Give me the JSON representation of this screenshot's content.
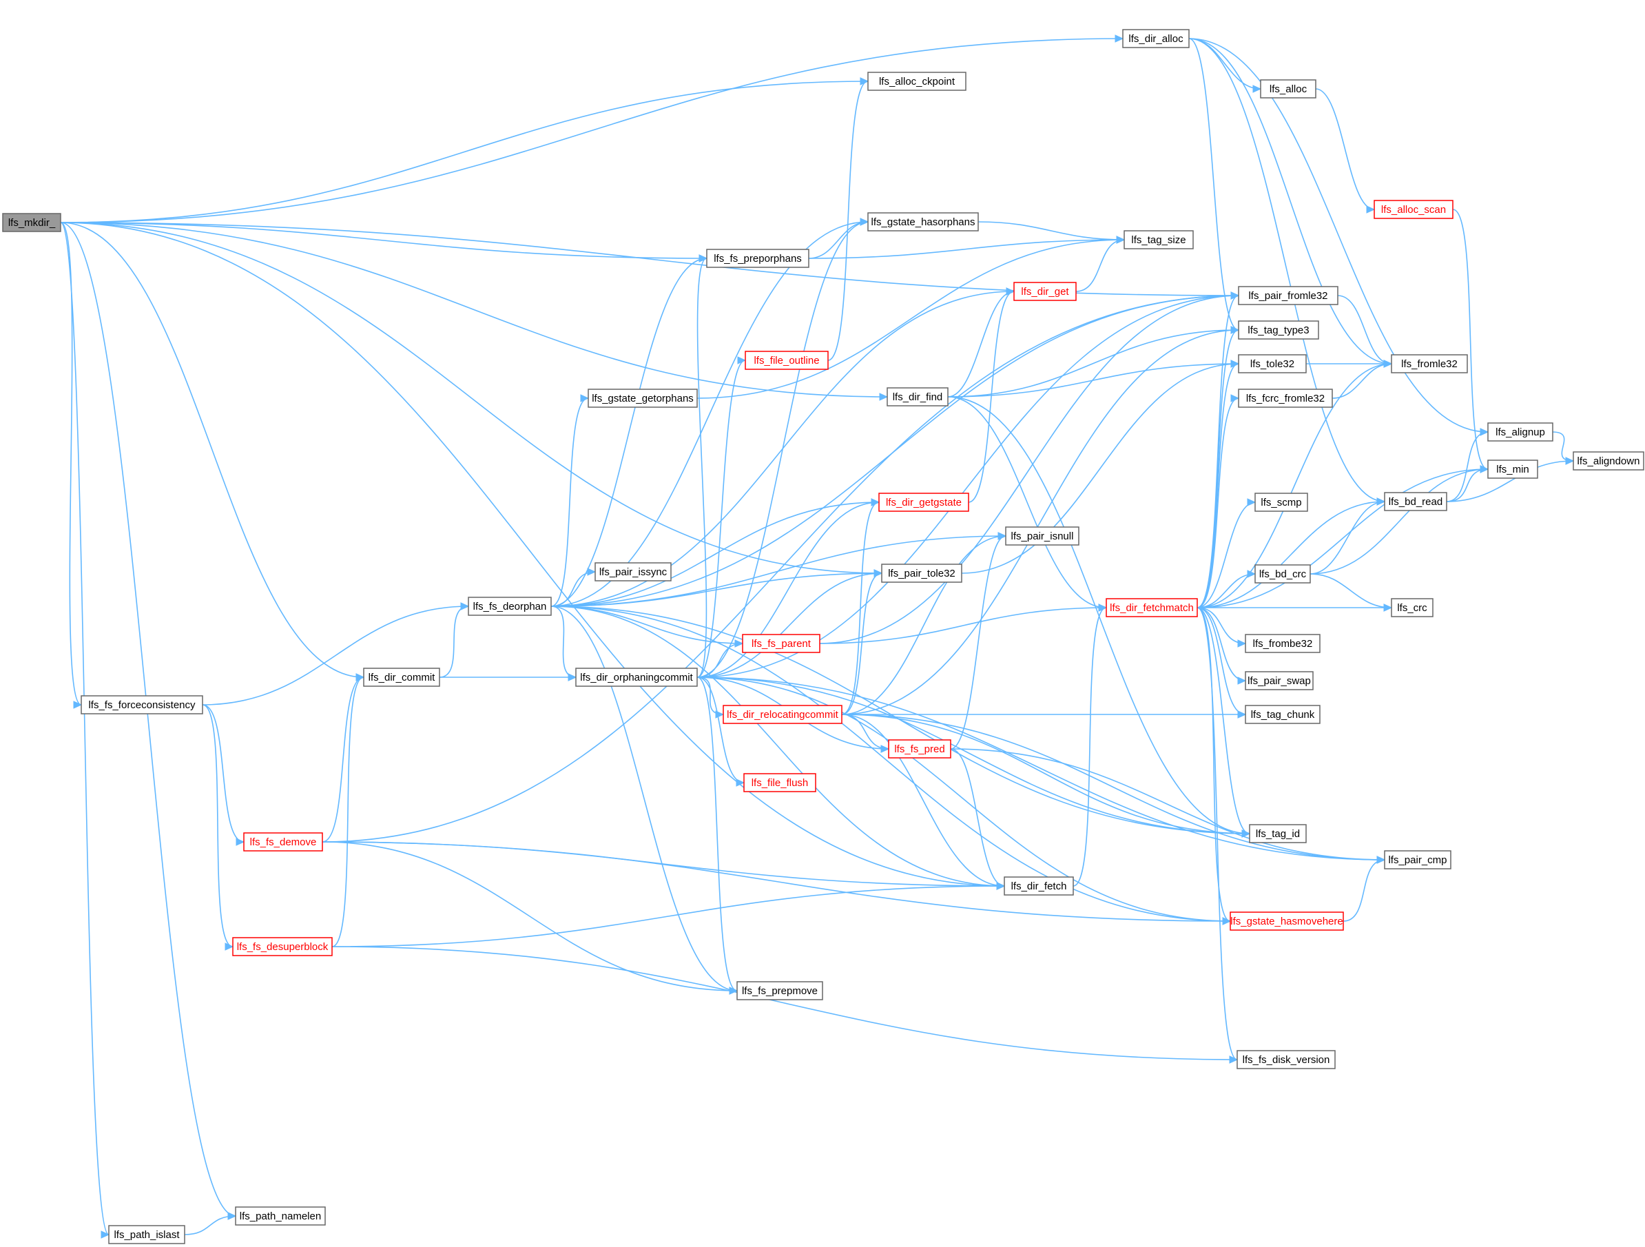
{
  "diagram": {
    "colors": {
      "edge": "#63b8ff",
      "border": "#666666",
      "highlight": "#ff0000",
      "root_fill": "#999999"
    },
    "nodes": [
      {
        "id": "lfs_mkdir_",
        "label": "lfs_mkdir_",
        "style": "root"
      },
      {
        "id": "lfs_dir_alloc",
        "label": "lfs_dir_alloc",
        "style": "normal"
      },
      {
        "id": "lfs_alloc_ckpoint",
        "label": "lfs_alloc_ckpoint",
        "style": "normal"
      },
      {
        "id": "lfs_alloc",
        "label": "lfs_alloc",
        "style": "normal"
      },
      {
        "id": "lfs_alloc_scan",
        "label": "lfs_alloc_scan",
        "style": "red"
      },
      {
        "id": "lfs_gstate_hasorphans",
        "label": "lfs_gstate_hasorphans",
        "style": "normal"
      },
      {
        "id": "lfs_fs_preporphans",
        "label": "lfs_fs_preporphans",
        "style": "normal"
      },
      {
        "id": "lfs_tag_size",
        "label": "lfs_tag_size",
        "style": "normal"
      },
      {
        "id": "lfs_dir_get",
        "label": "lfs_dir_get",
        "style": "red"
      },
      {
        "id": "lfs_pair_fromle32",
        "label": "lfs_pair_fromle32",
        "style": "normal"
      },
      {
        "id": "lfs_tag_type3",
        "label": "lfs_tag_type3",
        "style": "normal"
      },
      {
        "id": "lfs_file_outline",
        "label": "lfs_file_outline",
        "style": "red"
      },
      {
        "id": "lfs_tole32",
        "label": "lfs_tole32",
        "style": "normal"
      },
      {
        "id": "lfs_fromle32",
        "label": "lfs_fromle32",
        "style": "normal"
      },
      {
        "id": "lfs_gstate_getorphans",
        "label": "lfs_gstate_getorphans",
        "style": "normal"
      },
      {
        "id": "lfs_dir_find",
        "label": "lfs_dir_find",
        "style": "normal"
      },
      {
        "id": "lfs_fcrc_fromle32",
        "label": "lfs_fcrc_fromle32",
        "style": "normal"
      },
      {
        "id": "lfs_alignup",
        "label": "lfs_alignup",
        "style": "normal"
      },
      {
        "id": "lfs_aligndown",
        "label": "lfs_aligndown",
        "style": "normal"
      },
      {
        "id": "lfs_min",
        "label": "lfs_min",
        "style": "normal"
      },
      {
        "id": "lfs_bd_read",
        "label": "lfs_bd_read",
        "style": "normal"
      },
      {
        "id": "lfs_dir_getgstate",
        "label": "lfs_dir_getgstate",
        "style": "red"
      },
      {
        "id": "lfs_scmp",
        "label": "lfs_scmp",
        "style": "normal"
      },
      {
        "id": "lfs_pair_isnull",
        "label": "lfs_pair_isnull",
        "style": "normal"
      },
      {
        "id": "lfs_pair_issync",
        "label": "lfs_pair_issync",
        "style": "normal"
      },
      {
        "id": "lfs_pair_tole32",
        "label": "lfs_pair_tole32",
        "style": "normal"
      },
      {
        "id": "lfs_bd_crc",
        "label": "lfs_bd_crc",
        "style": "normal"
      },
      {
        "id": "lfs_fs_deorphan",
        "label": "lfs_fs_deorphan",
        "style": "normal"
      },
      {
        "id": "lfs_dir_fetchmatch",
        "label": "lfs_dir_fetchmatch",
        "style": "red"
      },
      {
        "id": "lfs_crc",
        "label": "lfs_crc",
        "style": "normal"
      },
      {
        "id": "lfs_fs_parent",
        "label": "lfs_fs_parent",
        "style": "red"
      },
      {
        "id": "lfs_fromble32",
        "label": "lfs_frombe32",
        "style": "normal"
      },
      {
        "id": "lfs_dir_commit",
        "label": "lfs_dir_commit",
        "style": "normal"
      },
      {
        "id": "lfs_dir_orphaningcommit",
        "label": "lfs_dir_orphaningcommit",
        "style": "normal"
      },
      {
        "id": "lfs_pair_swap",
        "label": "lfs_pair_swap",
        "style": "normal"
      },
      {
        "id": "lfs_fs_forceconsistency",
        "label": "lfs_fs_forceconsistency",
        "style": "normal"
      },
      {
        "id": "lfs_dir_relocatingcommit",
        "label": "lfs_dir_relocatingcommit",
        "style": "red"
      },
      {
        "id": "lfs_tag_chunk",
        "label": "lfs_tag_chunk",
        "style": "normal"
      },
      {
        "id": "lfs_fs_pred",
        "label": "lfs_fs_pred",
        "style": "red"
      },
      {
        "id": "lfs_file_flush",
        "label": "lfs_file_flush",
        "style": "red"
      },
      {
        "id": "lfs_fs_demove",
        "label": "lfs_fs_demove",
        "style": "red"
      },
      {
        "id": "lfs_tag_id",
        "label": "lfs_tag_id",
        "style": "normal"
      },
      {
        "id": "lfs_pair_cmp",
        "label": "lfs_pair_cmp",
        "style": "normal"
      },
      {
        "id": "lfs_dir_fetch",
        "label": "lfs_dir_fetch",
        "style": "normal"
      },
      {
        "id": "lfs_gstate_hasmovehere",
        "label": "lfs_gstate_hasmovehere",
        "style": "red"
      },
      {
        "id": "lfs_fs_desuperblock",
        "label": "lfs_fs_desuperblock",
        "style": "red"
      },
      {
        "id": "lfs_fs_prepmove",
        "label": "lfs_fs_prepmove",
        "style": "normal"
      },
      {
        "id": "lfs_fs_disk_version",
        "label": "lfs_fs_disk_version",
        "style": "normal"
      },
      {
        "id": "lfs_path_namelen",
        "label": "lfs_path_namelen",
        "style": "normal"
      },
      {
        "id": "lfs_path_islast",
        "label": "lfs_path_islast",
        "style": "normal"
      }
    ],
    "edges": [
      [
        "lfs_mkdir_",
        "lfs_dir_alloc"
      ],
      [
        "lfs_mkdir_",
        "lfs_alloc_ckpoint"
      ],
      [
        "lfs_mkdir_",
        "lfs_fs_preporphans"
      ],
      [
        "lfs_mkdir_",
        "lfs_pair_fromle32"
      ],
      [
        "lfs_mkdir_",
        "lfs_dir_find"
      ],
      [
        "lfs_mkdir_",
        "lfs_pair_tole32"
      ],
      [
        "lfs_mkdir_",
        "lfs_dir_commit"
      ],
      [
        "lfs_mkdir_",
        "lfs_fs_forceconsistency"
      ],
      [
        "lfs_mkdir_",
        "lfs_dir_fetch"
      ],
      [
        "lfs_mkdir_",
        "lfs_path_namelen"
      ],
      [
        "lfs_mkdir_",
        "lfs_path_islast"
      ],
      [
        "lfs_dir_alloc",
        "lfs_alloc"
      ],
      [
        "lfs_dir_alloc",
        "lfs_alignup"
      ],
      [
        "lfs_dir_alloc",
        "lfs_fromle32"
      ],
      [
        "lfs_dir_alloc",
        "lfs_bd_read"
      ],
      [
        "lfs_dir_alloc",
        "lfs_tag_type3"
      ],
      [
        "lfs_alloc",
        "lfs_alloc_scan"
      ],
      [
        "lfs_alloc_scan",
        "lfs_min"
      ],
      [
        "lfs_fs_preporphans",
        "lfs_tag_size"
      ],
      [
        "lfs_fs_preporphans",
        "lfs_gstate_hasorphans"
      ],
      [
        "lfs_gstate_hasorphans",
        "lfs_tag_size"
      ],
      [
        "lfs_dir_get",
        "lfs_tag_size"
      ],
      [
        "lfs_pair_fromle32",
        "lfs_fromle32"
      ],
      [
        "lfs_tole32",
        "lfs_fromle32"
      ],
      [
        "lfs_fcrc_fromle32",
        "lfs_fromle32"
      ],
      [
        "lfs_file_outline",
        "lfs_alloc_ckpoint"
      ],
      [
        "lfs_gstate_getorphans",
        "lfs_tag_size"
      ],
      [
        "lfs_dir_find",
        "lfs_dir_get"
      ],
      [
        "lfs_dir_find",
        "lfs_tag_type3"
      ],
      [
        "lfs_dir_find",
        "lfs_tole32"
      ],
      [
        "lfs_dir_find",
        "lfs_dir_fetchmatch"
      ],
      [
        "lfs_dir_find",
        "lfs_tag_id"
      ],
      [
        "lfs_alignup",
        "lfs_aligndown"
      ],
      [
        "lfs_bd_read",
        "lfs_alignup"
      ],
      [
        "lfs_bd_read",
        "lfs_min"
      ],
      [
        "lfs_bd_read",
        "lfs_aligndown"
      ],
      [
        "lfs_bd_crc",
        "lfs_bd_read"
      ],
      [
        "lfs_bd_crc",
        "lfs_min"
      ],
      [
        "lfs_bd_crc",
        "lfs_crc"
      ],
      [
        "lfs_dir_getgstate",
        "lfs_dir_get"
      ],
      [
        "lfs_pair_tole32",
        "lfs_tole32"
      ],
      [
        "lfs_fs_deorphan",
        "lfs_gstate_hasorphans"
      ],
      [
        "lfs_fs_deorphan",
        "lfs_fs_preporphans"
      ],
      [
        "lfs_fs_deorphan",
        "lfs_dir_get"
      ],
      [
        "lfs_fs_deorphan",
        "lfs_pair_fromle32"
      ],
      [
        "lfs_fs_deorphan",
        "lfs_gstate_getorphans"
      ],
      [
        "lfs_fs_deorphan",
        "lfs_pair_isnull"
      ],
      [
        "lfs_fs_deorphan",
        "lfs_dir_getgstate"
      ],
      [
        "lfs_fs_deorphan",
        "lfs_pair_issync"
      ],
      [
        "lfs_fs_deorphan",
        "lfs_pair_tole32"
      ],
      [
        "lfs_fs_deorphan",
        "lfs_fs_parent"
      ],
      [
        "lfs_fs_deorphan",
        "lfs_dir_orphaningcommit"
      ],
      [
        "lfs_fs_deorphan",
        "lfs_dir_fetch"
      ],
      [
        "lfs_fs_deorphan",
        "lfs_tag_id"
      ],
      [
        "lfs_fs_deorphan",
        "lfs_fs_prepmove"
      ],
      [
        "lfs_fs_deorphan",
        "lfs_gstate_hasmovehere"
      ],
      [
        "lfs_dir_fetchmatch",
        "lfs_pair_fromle32"
      ],
      [
        "lfs_dir_fetchmatch",
        "lfs_tag_type3"
      ],
      [
        "lfs_dir_fetchmatch",
        "lfs_tole32"
      ],
      [
        "lfs_dir_fetchmatch",
        "lfs_fromle32"
      ],
      [
        "lfs_dir_fetchmatch",
        "lfs_fcrc_fromle32"
      ],
      [
        "lfs_dir_fetchmatch",
        "lfs_min"
      ],
      [
        "lfs_dir_fetchmatch",
        "lfs_scmp"
      ],
      [
        "lfs_dir_fetchmatch",
        "lfs_bd_read"
      ],
      [
        "lfs_dir_fetchmatch",
        "lfs_bd_crc"
      ],
      [
        "lfs_dir_fetchmatch",
        "lfs_crc"
      ],
      [
        "lfs_dir_fetchmatch",
        "lfs_fromble32"
      ],
      [
        "lfs_dir_fetchmatch",
        "lfs_pair_swap"
      ],
      [
        "lfs_dir_fetchmatch",
        "lfs_tag_chunk"
      ],
      [
        "lfs_dir_fetchmatch",
        "lfs_tag_id"
      ],
      [
        "lfs_dir_fetchmatch",
        "lfs_gstate_hasmovehere"
      ],
      [
        "lfs_dir_fetchmatch",
        "lfs_fs_disk_version"
      ],
      [
        "lfs_fs_parent",
        "lfs_pair_fromle32"
      ],
      [
        "lfs_fs_parent",
        "lfs_dir_fetchmatch"
      ],
      [
        "lfs_dir_commit",
        "lfs_fs_deorphan"
      ],
      [
        "lfs_dir_commit",
        "lfs_dir_orphaningcommit"
      ],
      [
        "lfs_dir_orphaningcommit",
        "lfs_gstate_hasorphans"
      ],
      [
        "lfs_dir_orphaningcommit",
        "lfs_fs_preporphans"
      ],
      [
        "lfs_dir_orphaningcommit",
        "lfs_file_outline"
      ],
      [
        "lfs_dir_orphaningcommit",
        "lfs_pair_fromle32"
      ],
      [
        "lfs_dir_orphaningcommit",
        "lfs_dir_getgstate"
      ],
      [
        "lfs_dir_orphaningcommit",
        "lfs_pair_tole32"
      ],
      [
        "lfs_dir_orphaningcommit",
        "lfs_fs_parent"
      ],
      [
        "lfs_dir_orphaningcommit",
        "lfs_dir_relocatingcommit"
      ],
      [
        "lfs_dir_orphaningcommit",
        "lfs_fs_pred"
      ],
      [
        "lfs_dir_orphaningcommit",
        "lfs_file_flush"
      ],
      [
        "lfs_dir_orphaningcommit",
        "lfs_tag_id"
      ],
      [
        "lfs_dir_orphaningcommit",
        "lfs_fs_prepmove"
      ],
      [
        "lfs_dir_orphaningcommit",
        "lfs_gstate_hasmovehere"
      ],
      [
        "lfs_dir_orphaningcommit",
        "lfs_pair_cmp"
      ],
      [
        "lfs_fs_forceconsistency",
        "lfs_fs_deorphan"
      ],
      [
        "lfs_fs_forceconsistency",
        "lfs_fs_demove"
      ],
      [
        "lfs_fs_forceconsistency",
        "lfs_fs_desuperblock"
      ],
      [
        "lfs_dir_relocatingcommit",
        "lfs_tag_type3"
      ],
      [
        "lfs_dir_relocatingcommit",
        "lfs_dir_getgstate"
      ],
      [
        "lfs_dir_relocatingcommit",
        "lfs_pair_isnull"
      ],
      [
        "lfs_dir_relocatingcommit",
        "lfs_pair_tole32"
      ],
      [
        "lfs_dir_relocatingcommit",
        "lfs_tag_chunk"
      ],
      [
        "lfs_dir_relocatingcommit",
        "lfs_fs_pred"
      ],
      [
        "lfs_dir_relocatingcommit",
        "lfs_tag_id"
      ],
      [
        "lfs_dir_relocatingcommit",
        "lfs_pair_cmp"
      ],
      [
        "lfs_dir_relocatingcommit",
        "lfs_dir_fetch"
      ],
      [
        "lfs_fs_pred",
        "lfs_pair_isnull"
      ],
      [
        "lfs_fs_pred",
        "lfs_pair_cmp"
      ],
      [
        "lfs_fs_pred",
        "lfs_dir_fetch"
      ],
      [
        "lfs_fs_demove",
        "lfs_pair_fromle32"
      ],
      [
        "lfs_fs_demove",
        "lfs_dir_commit"
      ],
      [
        "lfs_fs_demove",
        "lfs_fs_prepmove"
      ],
      [
        "lfs_fs_demove",
        "lfs_dir_fetch"
      ],
      [
        "lfs_fs_demove",
        "lfs_gstate_hasmovehere"
      ],
      [
        "lfs_dir_fetch",
        "lfs_dir_fetchmatch"
      ],
      [
        "lfs_gstate_hasmovehere",
        "lfs_pair_cmp"
      ],
      [
        "lfs_fs_desuperblock",
        "lfs_dir_commit"
      ],
      [
        "lfs_fs_desuperblock",
        "lfs_dir_fetch"
      ],
      [
        "lfs_fs_desuperblock",
        "lfs_fs_disk_version"
      ],
      [
        "lfs_path_islast",
        "lfs_path_namelen"
      ]
    ]
  }
}
